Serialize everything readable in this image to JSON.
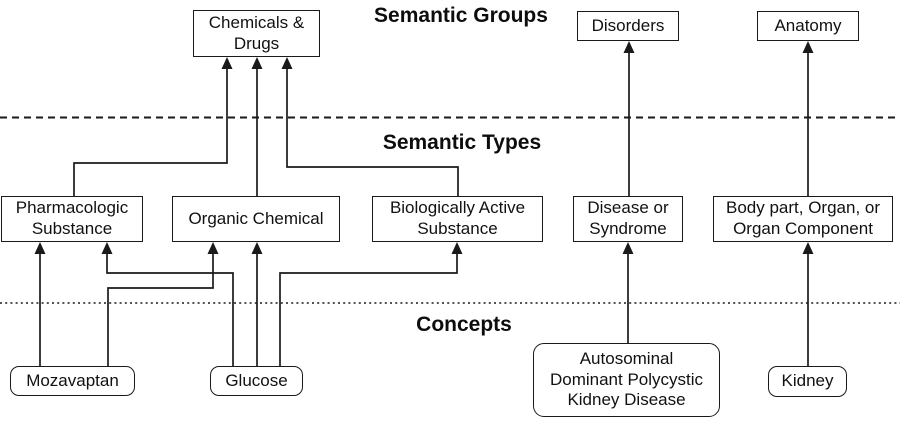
{
  "diagram": {
    "colors": {
      "ink": "#1a1a1a",
      "background": "#ffffff"
    },
    "titles": {
      "groups": "Semantic Groups",
      "types": "Semantic Types",
      "concepts": "Concepts"
    },
    "nodes": {
      "chemicals_and_drugs": "Chemicals &\nDrugs",
      "disorders": "Disorders",
      "anatomy": "Anatomy",
      "pharmacologic_substance": "Pharmacologic\nSubstance",
      "organic_chemical": "Organic Chemical",
      "biologically_active_substance": "Biologically Active\nSubstance",
      "disease_or_syndrome": "Disease or\nSyndrome",
      "body_part_organ_or_organ_component": "Body part, Organ, or\nOrgan Component",
      "autosominal_dominant_polycystic_kidney_disease": "Autosominal\nDominant Polycystic\nKidney Disease",
      "mozavaptan": "Mozavaptan",
      "glucose": "Glucose",
      "kidney": "Kidney"
    },
    "edges": [
      {
        "from": "mozavaptan",
        "to": "pharmacologic_substance"
      },
      {
        "from": "mozavaptan",
        "to": "organic_chemical"
      },
      {
        "from": "glucose",
        "to": "pharmacologic_substance"
      },
      {
        "from": "glucose",
        "to": "organic_chemical"
      },
      {
        "from": "glucose",
        "to": "biologically_active_substance"
      },
      {
        "from": "autosominal_dominant_polycystic_kidney_disease",
        "to": "disease_or_syndrome"
      },
      {
        "from": "kidney",
        "to": "body_part_organ_or_organ_component"
      },
      {
        "from": "pharmacologic_substance",
        "to": "chemicals_and_drugs"
      },
      {
        "from": "organic_chemical",
        "to": "chemicals_and_drugs"
      },
      {
        "from": "biologically_active_substance",
        "to": "chemicals_and_drugs"
      },
      {
        "from": "disease_or_syndrome",
        "to": "disorders"
      },
      {
        "from": "body_part_organ_or_organ_component",
        "to": "anatomy"
      }
    ]
  }
}
